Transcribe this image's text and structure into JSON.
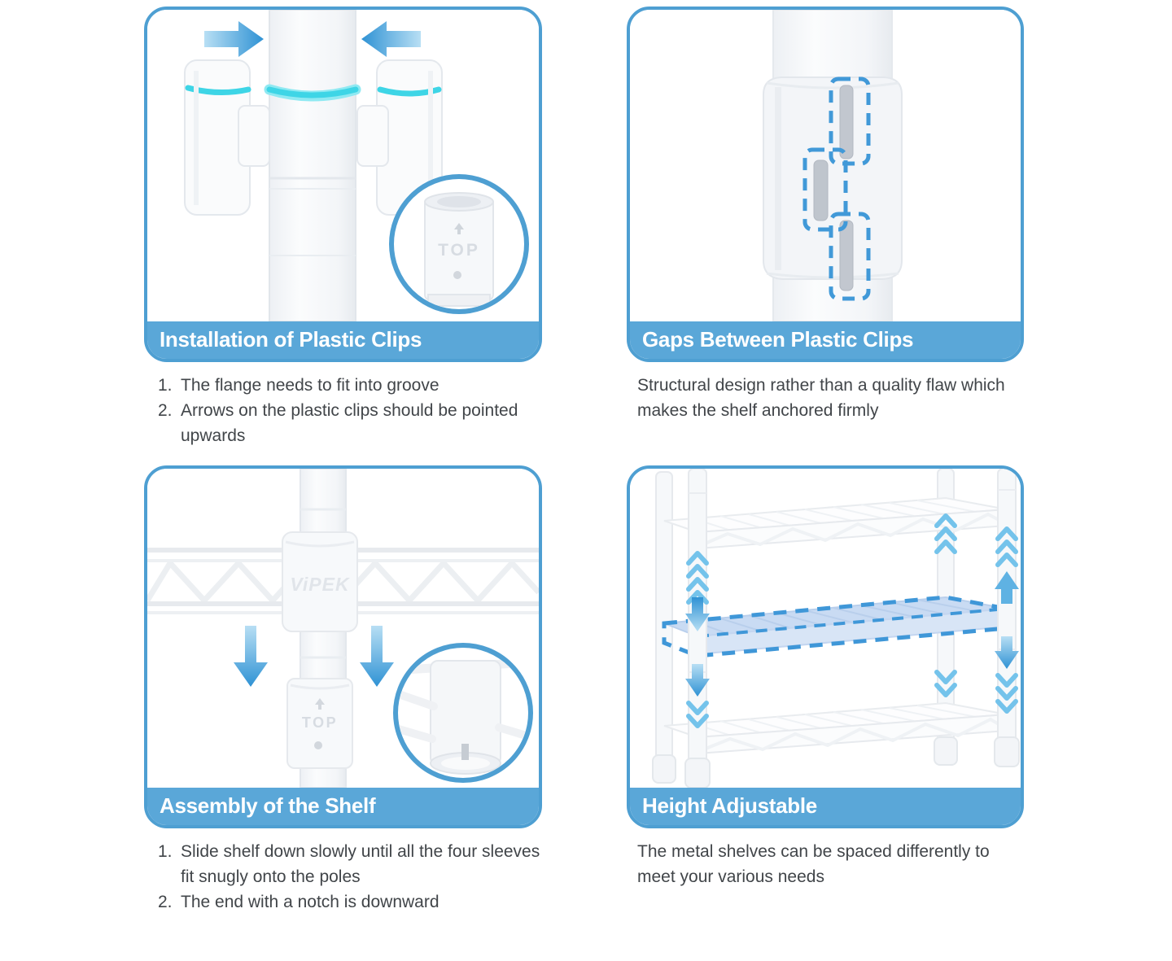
{
  "colors": {
    "panel_border": "#4E9FD2",
    "caption_bar": "#5AA7D8",
    "caption_text": "#FFFFFF",
    "body_text": "#414549",
    "accent_blue": "#4199D8",
    "chevron_blue": "#74C3EB",
    "groove_cyan": "#3ED5E6",
    "highlight_shelf": "#C9DBF3",
    "metal_gray": "#E3E7EC",
    "slot_gray": "#BFC5CD"
  },
  "panels": [
    {
      "id": "installation-of-plastic-clips",
      "caption": "Installation of Plastic Clips",
      "illustration": "plastic-clips-pushed-onto-pole-with-magnified-top-marking",
      "labels": {
        "inset_top": "TOP"
      },
      "notes": [
        {
          "num": "1.",
          "text": "The flange needs to fit into groove"
        },
        {
          "num": "2.",
          "text": "Arrows on the plastic clips should be pointed upwards"
        }
      ]
    },
    {
      "id": "gaps-between-plastic-clips",
      "caption": "Gaps Between Plastic Clips",
      "illustration": "pole-sleeve-with-dashed-highlighted-gap-slots",
      "paragraph": "Structural design rather than a quality flaw which makes the shelf anchored firmly"
    },
    {
      "id": "assembly-of-the-shelf",
      "caption": "Assembly of the Shelf",
      "illustration": "wire-shelf-sliding-down-pole-with-magnified-sleeve-underside",
      "labels": {
        "brand": "ViPEK",
        "sleeve_top": "TOP"
      },
      "notes": [
        {
          "num": "1.",
          "text": "Slide shelf down slowly until all the four sleeves fit snugly onto the poles"
        },
        {
          "num": "2.",
          "text": "The end with a notch is downward"
        }
      ]
    },
    {
      "id": "height-adjustable",
      "caption": "Height Adjustable",
      "illustration": "three-tier-shelf-with-movable-middle-shelf-highlighted",
      "paragraph": "The metal shelves can be spaced differently to meet your various needs"
    }
  ]
}
